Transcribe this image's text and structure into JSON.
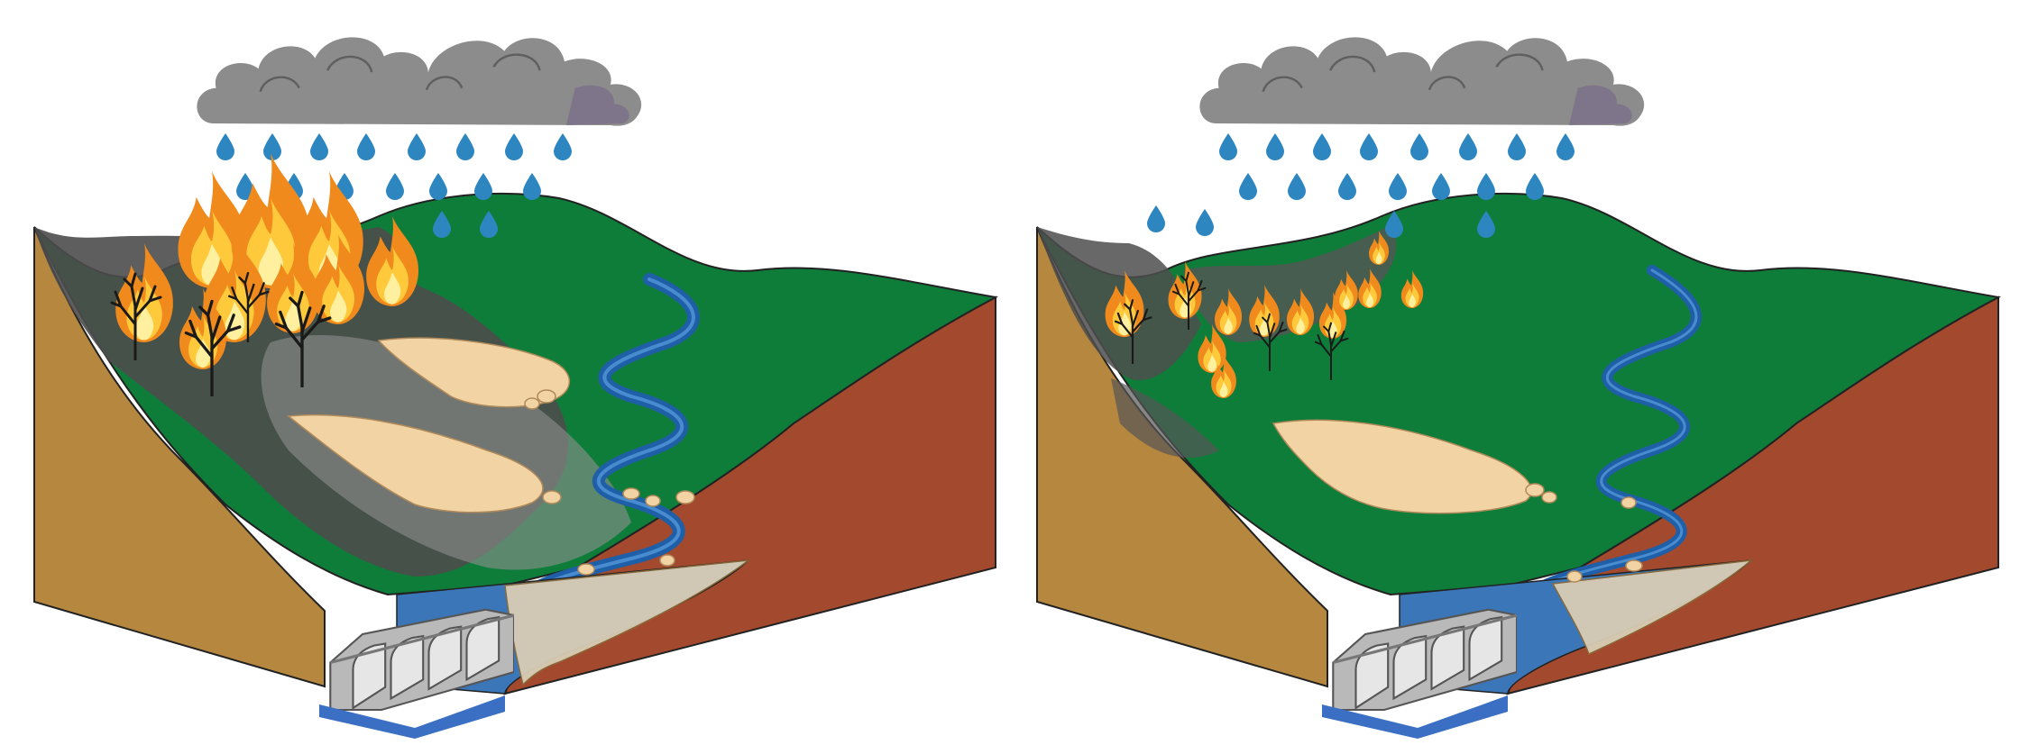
{
  "panels": [
    {
      "id": "left",
      "fire_intensity": "severe",
      "burn_extent": "large"
    },
    {
      "id": "right",
      "fire_intensity": "low",
      "burn_extent": "patchy"
    }
  ],
  "colors": {
    "cloud": "#8c8c8c",
    "cloud_dark": "#6f6f6f",
    "rain": "#2e86c1",
    "hill_green": "#0f7d3a",
    "soil_left": "#b5873f",
    "soil_right": "#a34a2e",
    "burn": "#4a4a4a",
    "river": "#1f5fa8",
    "sediment": "#f2d3a4",
    "reservoir": "#3b77b8",
    "dam": "#c8c8c8",
    "flame_outer": "#f5a623",
    "flame_inner": "#ffd23f"
  },
  "icons": [
    "cloud-icon",
    "raindrop-icon",
    "fire-icon",
    "tree-icon",
    "dam-icon"
  ]
}
